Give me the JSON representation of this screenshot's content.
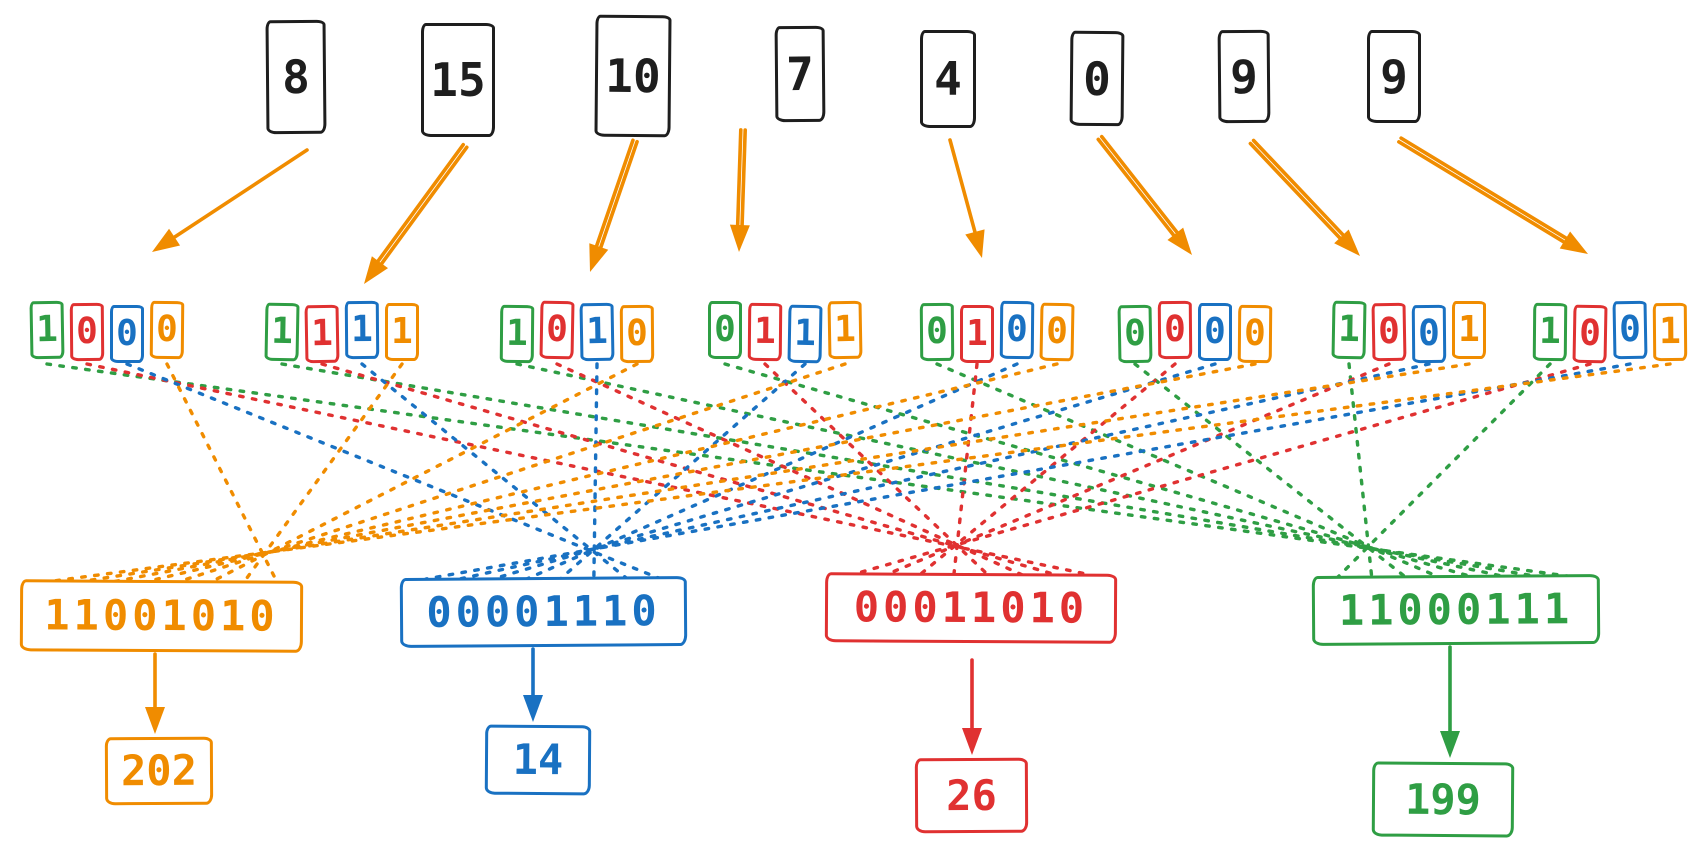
{
  "colors": {
    "green": "#2f9e44",
    "red": "#e03131",
    "blue": "#1971c2",
    "orange": "#f08c00",
    "black": "#1e1e1e"
  },
  "bit_colors": [
    "green",
    "red",
    "blue",
    "orange"
  ],
  "inputs": [
    {
      "value": "8",
      "bits": [
        "1",
        "0",
        "0",
        "0"
      ]
    },
    {
      "value": "15",
      "bits": [
        "1",
        "1",
        "1",
        "1"
      ]
    },
    {
      "value": "10",
      "bits": [
        "1",
        "0",
        "1",
        "0"
      ]
    },
    {
      "value": "7",
      "bits": [
        "0",
        "1",
        "1",
        "1"
      ]
    },
    {
      "value": "4",
      "bits": [
        "0",
        "1",
        "0",
        "0"
      ]
    },
    {
      "value": "0",
      "bits": [
        "0",
        "0",
        "0",
        "0"
      ]
    },
    {
      "value": "9",
      "bits": [
        "1",
        "0",
        "0",
        "1"
      ]
    },
    {
      "value": "9",
      "bits": [
        "1",
        "0",
        "0",
        "1"
      ]
    }
  ],
  "outputs": [
    {
      "color": "orange",
      "binary": "11001010",
      "decimal": "202"
    },
    {
      "color": "blue",
      "binary": "00001110",
      "decimal": "14"
    },
    {
      "color": "red",
      "binary": "00011010",
      "decimal": "26"
    },
    {
      "color": "green",
      "binary": "11000111",
      "decimal": "199"
    }
  ]
}
